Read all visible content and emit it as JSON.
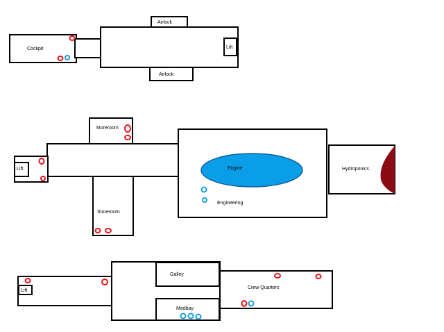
{
  "colors": {
    "red_marker": "#e8141e",
    "blue_marker": "#1a9be0",
    "engine_fill": "#0a9ee8",
    "engine_stroke": "#1060a0",
    "hydroponics_fill": "#8b0a14"
  },
  "deck1": {
    "cockpit": "Cockpit",
    "airlock_top": "Airlock",
    "airlock_bottom": "Airlock",
    "lift": "Lift"
  },
  "deck2": {
    "storeroom_top": "Storeroom",
    "storeroom_bottom": "Storeroom",
    "lift": "Lift",
    "engine": "Engine",
    "engineering": "Engineering",
    "hydroponics": "Hydroponics"
  },
  "deck3": {
    "lift": "Lift",
    "galley": "Galley",
    "medbay": "Medbay",
    "crew_quarters": "Crew Quarters"
  }
}
